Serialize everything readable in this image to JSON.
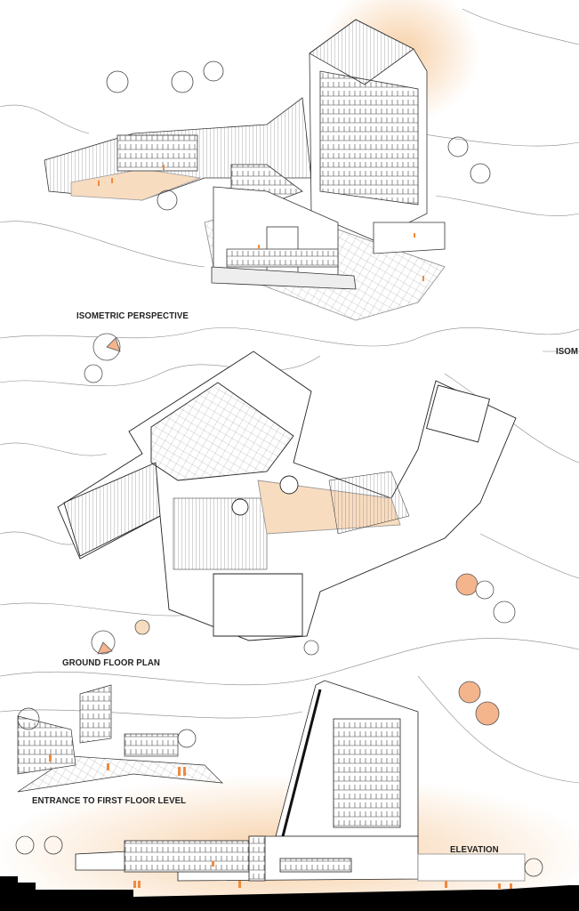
{
  "labels": {
    "isometric": "ISOMETRIC PERSPECTIVE",
    "isometric_cut": "ISOM",
    "ground_floor": "GROUND FLOOR PLAN",
    "entrance": "ENTRANCE TO FIRST FLOOR LEVEL",
    "elevation": "ELEVATION"
  },
  "colors": {
    "accent": "#f08a3c",
    "glow": "#f6c99a",
    "line": "#333333",
    "ground": "#000000"
  }
}
